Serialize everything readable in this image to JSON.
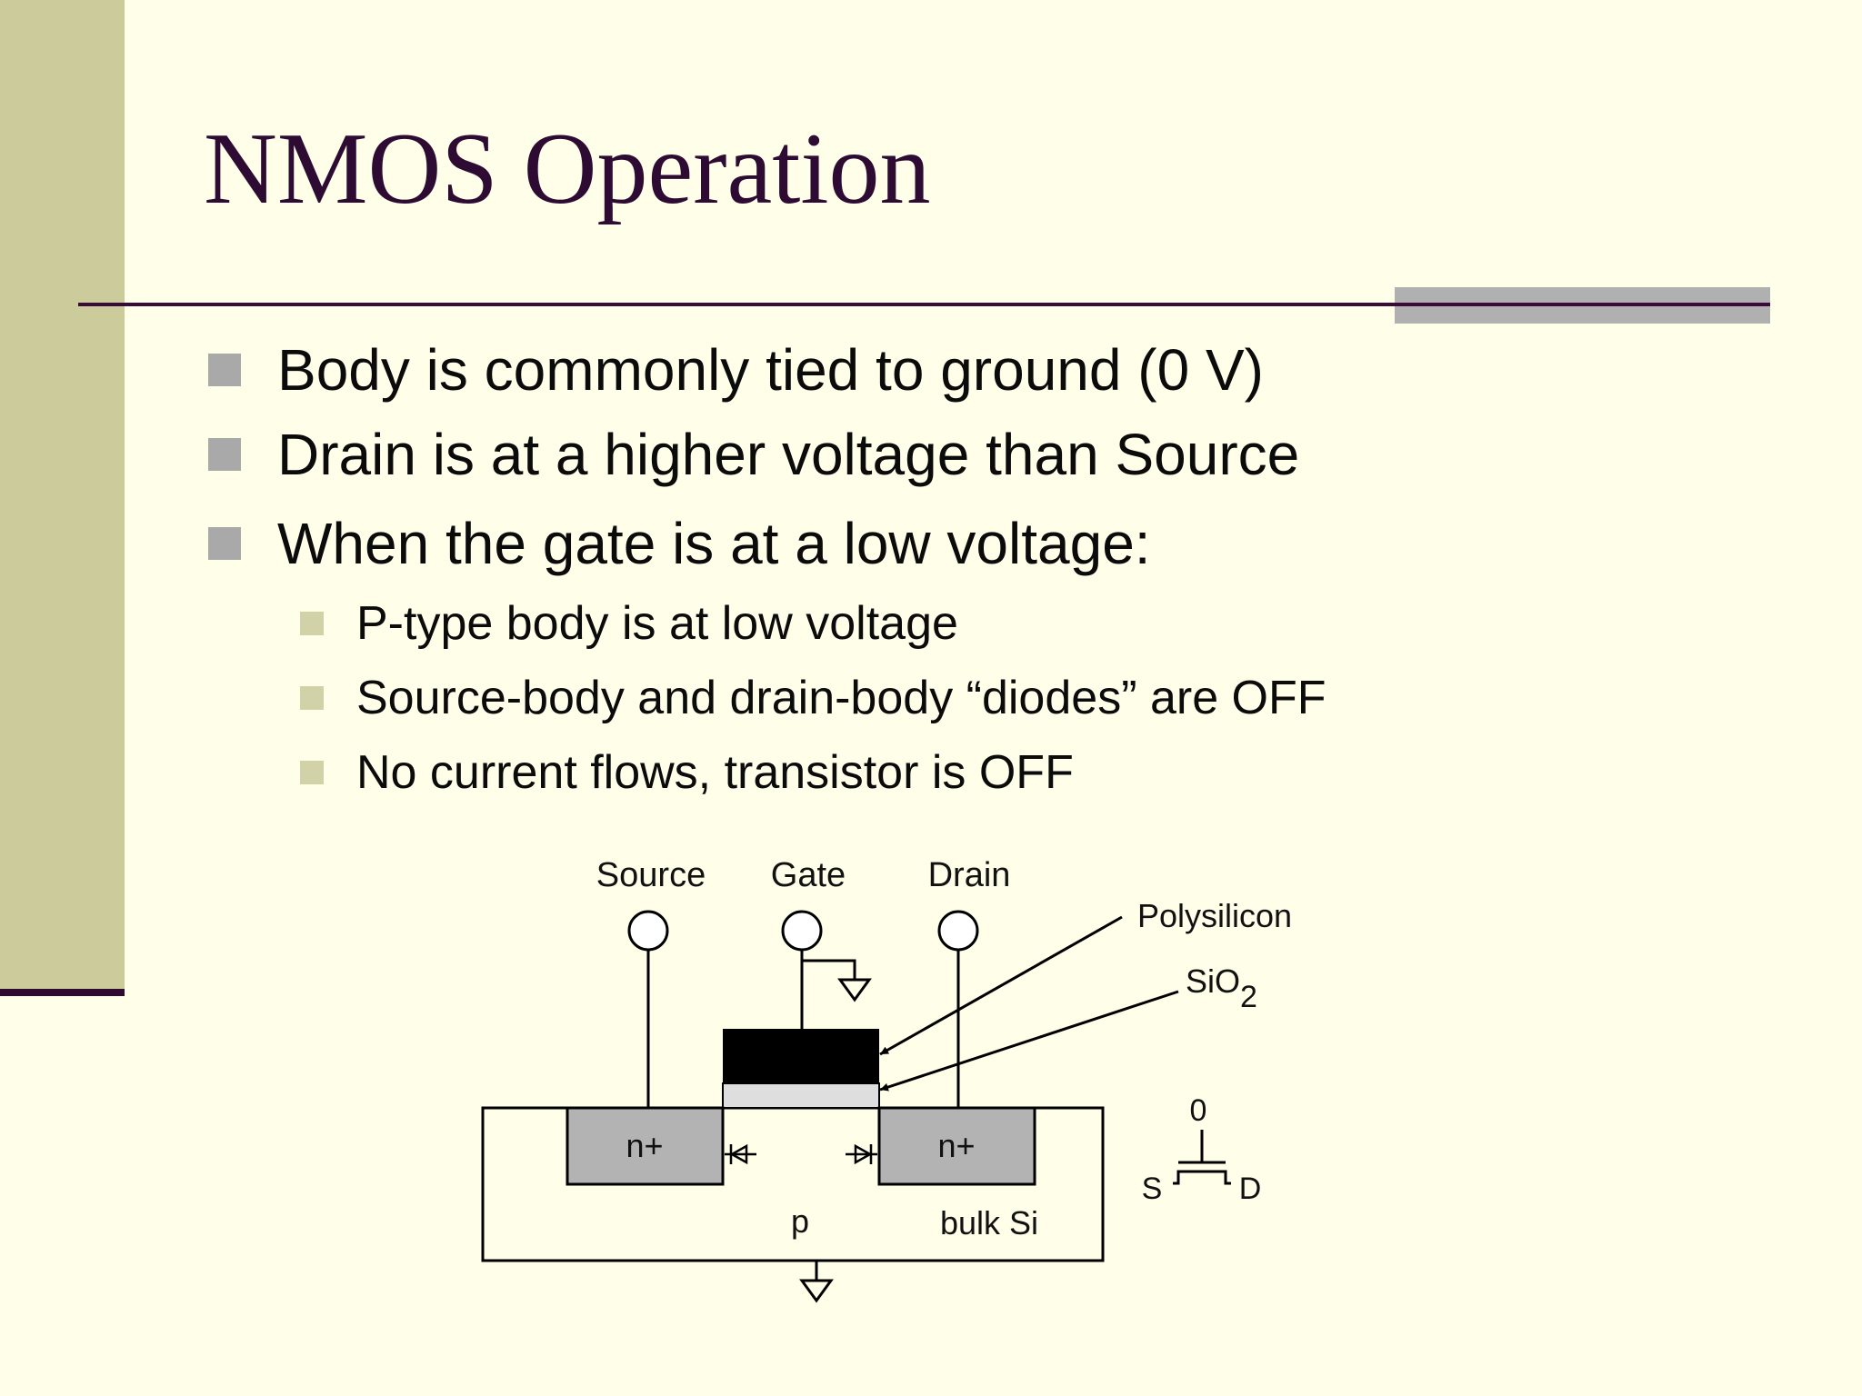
{
  "slide": {
    "title": "NMOS Operation",
    "bullets": [
      "Body is commonly tied to ground (0 V)",
      "Drain is at a higher voltage than Source",
      "When the gate is at a low voltage:"
    ],
    "sub_bullets": [
      "P-type body is at low voltage",
      "Source-body and drain-body “diodes” are OFF",
      "No current flows, transistor is OFF"
    ]
  },
  "diagram": {
    "terminal_source": "Source",
    "terminal_gate": "Gate",
    "terminal_drain": "Drain",
    "polysilicon_label": "Polysilicon",
    "oxide_label_main": "SiO",
    "oxide_label_subscript": "2",
    "source_region": "n+",
    "drain_region": "n+",
    "body_type": "p",
    "bulk_label": "bulk Si",
    "symbol_gate_value": "0",
    "symbol_source": "S",
    "symbol_drain": "D"
  },
  "colors": {
    "background": "#fefee9",
    "side_bar": "#cbcb9b",
    "title": "#2e0b33",
    "rule": "#3a0a3a",
    "diffusion": "#b3b3b3",
    "oxide": "#dedede",
    "polysilicon": "#000000"
  }
}
